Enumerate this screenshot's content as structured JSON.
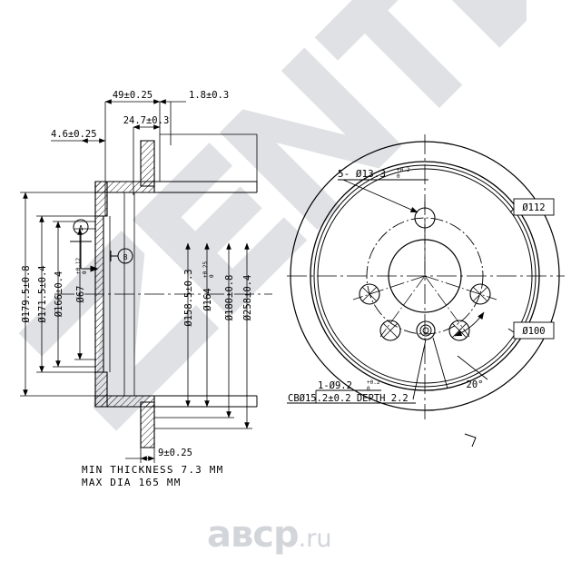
{
  "document": {
    "type": "engineering-drawing",
    "subject": "brake disc / rotor",
    "views": [
      "cross-section side view",
      "face view"
    ]
  },
  "watermark": {
    "diagonal_text": "ZENTEK",
    "diagonal_color": "#dfe1e4",
    "footer_text": "aвcp",
    "footer_suffix": ".ru",
    "footer_color": "#d2d5da"
  },
  "section_view": {
    "top_dimensions": [
      {
        "id": "d-49",
        "label": "49±0.25"
      },
      {
        "id": "d-1p8",
        "label": "1.8±0.3"
      },
      {
        "id": "d-24p7",
        "label": "24.7±0.3"
      },
      {
        "id": "d-4p6",
        "label": "4.6±0.25"
      }
    ],
    "vertical_dimensions": [
      {
        "id": "d-179",
        "label": "Ø179.5±0.8"
      },
      {
        "id": "d-171",
        "label": "Ø171.5±0.4"
      },
      {
        "id": "d-166",
        "label": "Ø166±0.4"
      },
      {
        "id": "d-67",
        "label": "Ø67",
        "tol_up": "+0.12",
        "tol_lo": "0"
      },
      {
        "id": "d-158",
        "label": "Ø158.5±0.3"
      },
      {
        "id": "d-164",
        "label": "Ø164",
        "tol_up": "+0.25",
        "tol_lo": "0"
      },
      {
        "id": "d-180",
        "label": "Ø180±0.8"
      },
      {
        "id": "d-258",
        "label": "Ø258±0.4"
      }
    ],
    "bottom_dimension": {
      "id": "d-9",
      "label": "9±0.25"
    },
    "detail_bubbles": [
      {
        "id": "bubble-a",
        "label": "A"
      },
      {
        "id": "bubble-b",
        "label": "B"
      }
    ]
  },
  "face_view": {
    "callouts": [
      {
        "id": "holes-5",
        "label": "5- Ø13.3",
        "tol_up": "+0.2",
        "tol_lo": "0"
      },
      {
        "id": "hole-1",
        "label": "1-Ø9.2",
        "tol_up": "+0.2",
        "tol_lo": "0"
      },
      {
        "id": "counterbore",
        "label": "CBØ15.2±0.2 DEPTH 2.2"
      },
      {
        "id": "angle",
        "label": "20°"
      }
    ],
    "boxed_dimensions": [
      {
        "id": "pcd-112",
        "label": "Ø112"
      },
      {
        "id": "pcd-100",
        "label": "Ø100"
      }
    ]
  },
  "notes": [
    {
      "id": "note-min-thickness",
      "text": "MIN THICKNESS 7.3 MM"
    },
    {
      "id": "note-max-dia",
      "text": "MAX DIA 165 MM"
    }
  ],
  "colors": {
    "line": "#000000",
    "paper": "#ffffff",
    "watermark": "#dfe1e4"
  }
}
